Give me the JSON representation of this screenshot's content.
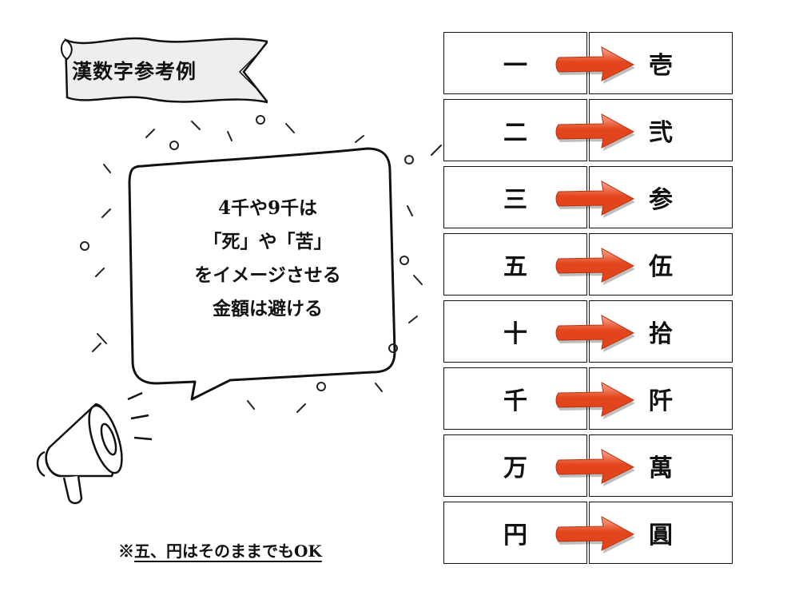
{
  "title": "漢数字参考例",
  "bubble": {
    "lines": [
      "4千や9千は",
      "「死」や「苦」",
      "をイメージさせる",
      "金額は避ける"
    ]
  },
  "note": {
    "prefix": "※",
    "text": "五、円はそのままでもOK"
  },
  "rows": [
    {
      "from": "一",
      "to": "壱"
    },
    {
      "from": "二",
      "to": "弐"
    },
    {
      "from": "三",
      "to": "参"
    },
    {
      "from": "五",
      "to": "伍"
    },
    {
      "from": "十",
      "to": "拾"
    },
    {
      "from": "千",
      "to": "阡"
    },
    {
      "from": "万",
      "to": "萬"
    },
    {
      "from": "円",
      "to": "圓"
    }
  ],
  "colors": {
    "arrow_dark": "#e2441b",
    "arrow_light": "#ffb09a",
    "ribbon_fill": "#eeeeee",
    "ink": "#111111"
  },
  "icons": {
    "megaphone": "megaphone-icon",
    "arrow": "right-arrow-icon"
  }
}
